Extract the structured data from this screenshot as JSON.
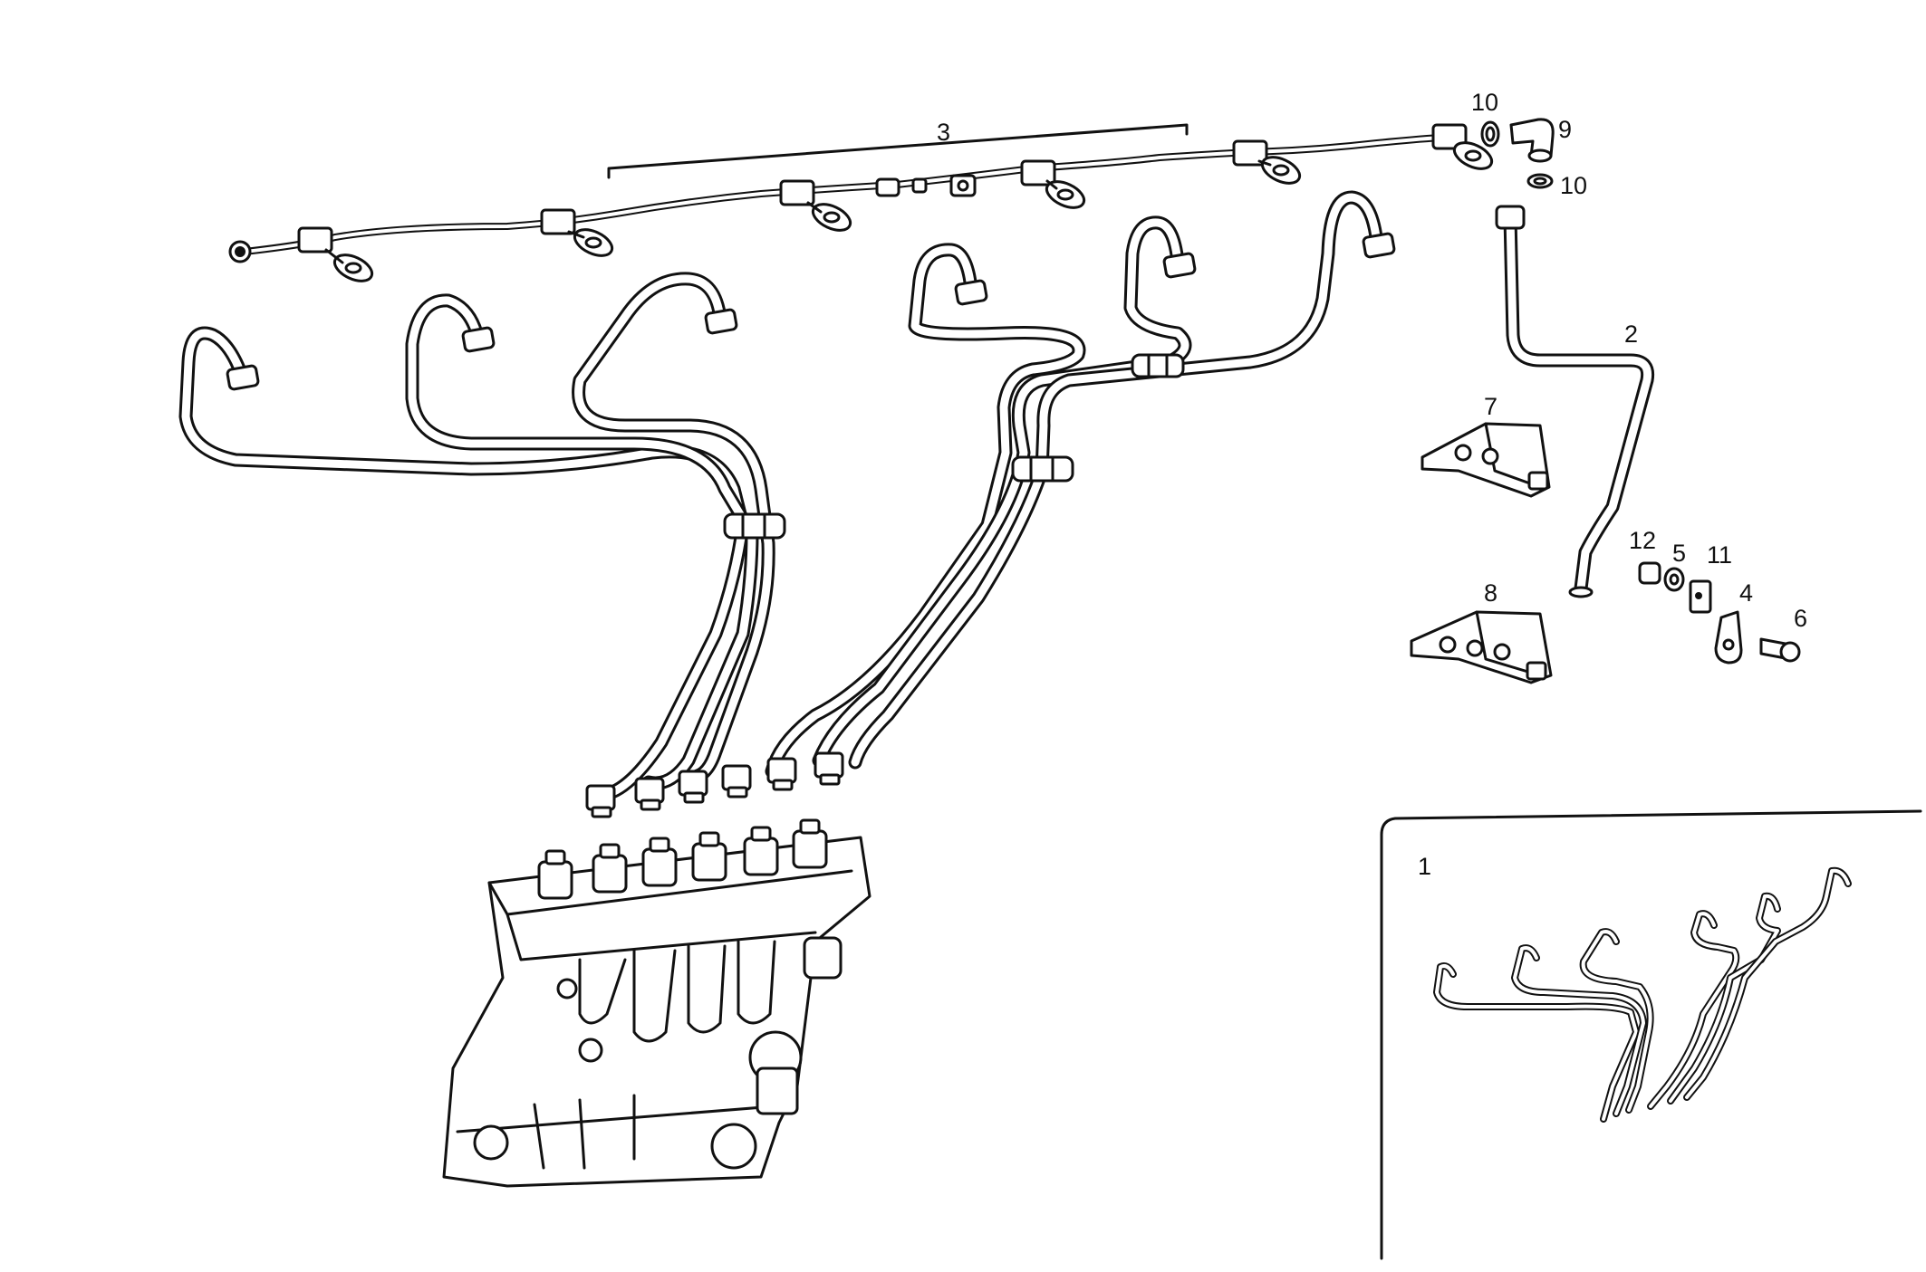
{
  "callouts": {
    "c1": "1",
    "c2": "2",
    "c3": "3",
    "c4": "4",
    "c5": "5",
    "c6": "6",
    "c7": "7",
    "c8": "8",
    "c9": "9",
    "c10a": "10",
    "c10b": "10",
    "c11": "11",
    "c12": "12"
  }
}
